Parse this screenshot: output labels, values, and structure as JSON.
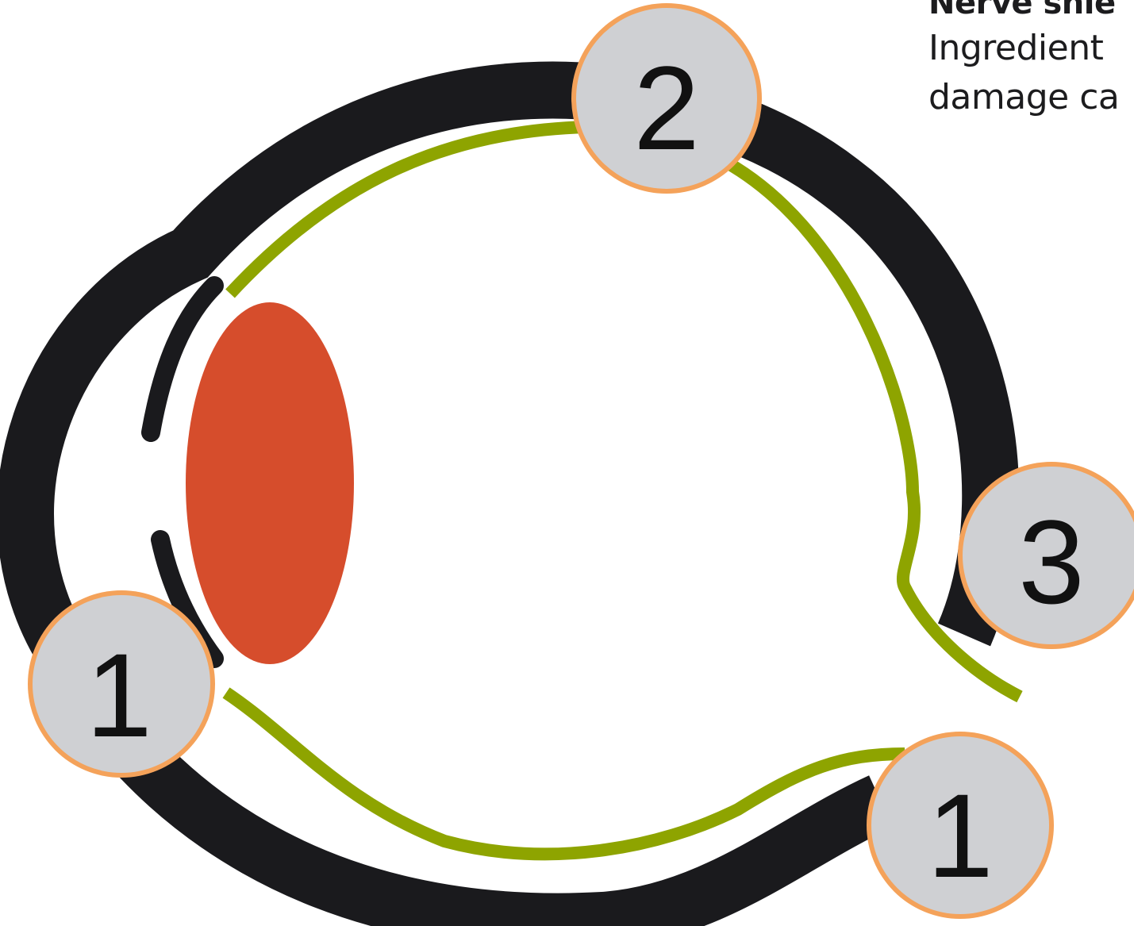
{
  "caption": {
    "title": "Nerve shie",
    "line1": "Ingredient",
    "line2": "damage ca"
  },
  "markers": [
    {
      "label": "1",
      "name": "marker-1-front"
    },
    {
      "label": "2",
      "name": "marker-2-top"
    },
    {
      "label": "3",
      "name": "marker-3-back"
    },
    {
      "label": "1",
      "name": "marker-1-bottom"
    }
  ],
  "colors": {
    "sclera": "#1a1a1d",
    "retina": "#8ea400",
    "lens": "#d64d2c",
    "marker_fill": "#cfd0d3",
    "marker_ring": "#f4a25a"
  }
}
